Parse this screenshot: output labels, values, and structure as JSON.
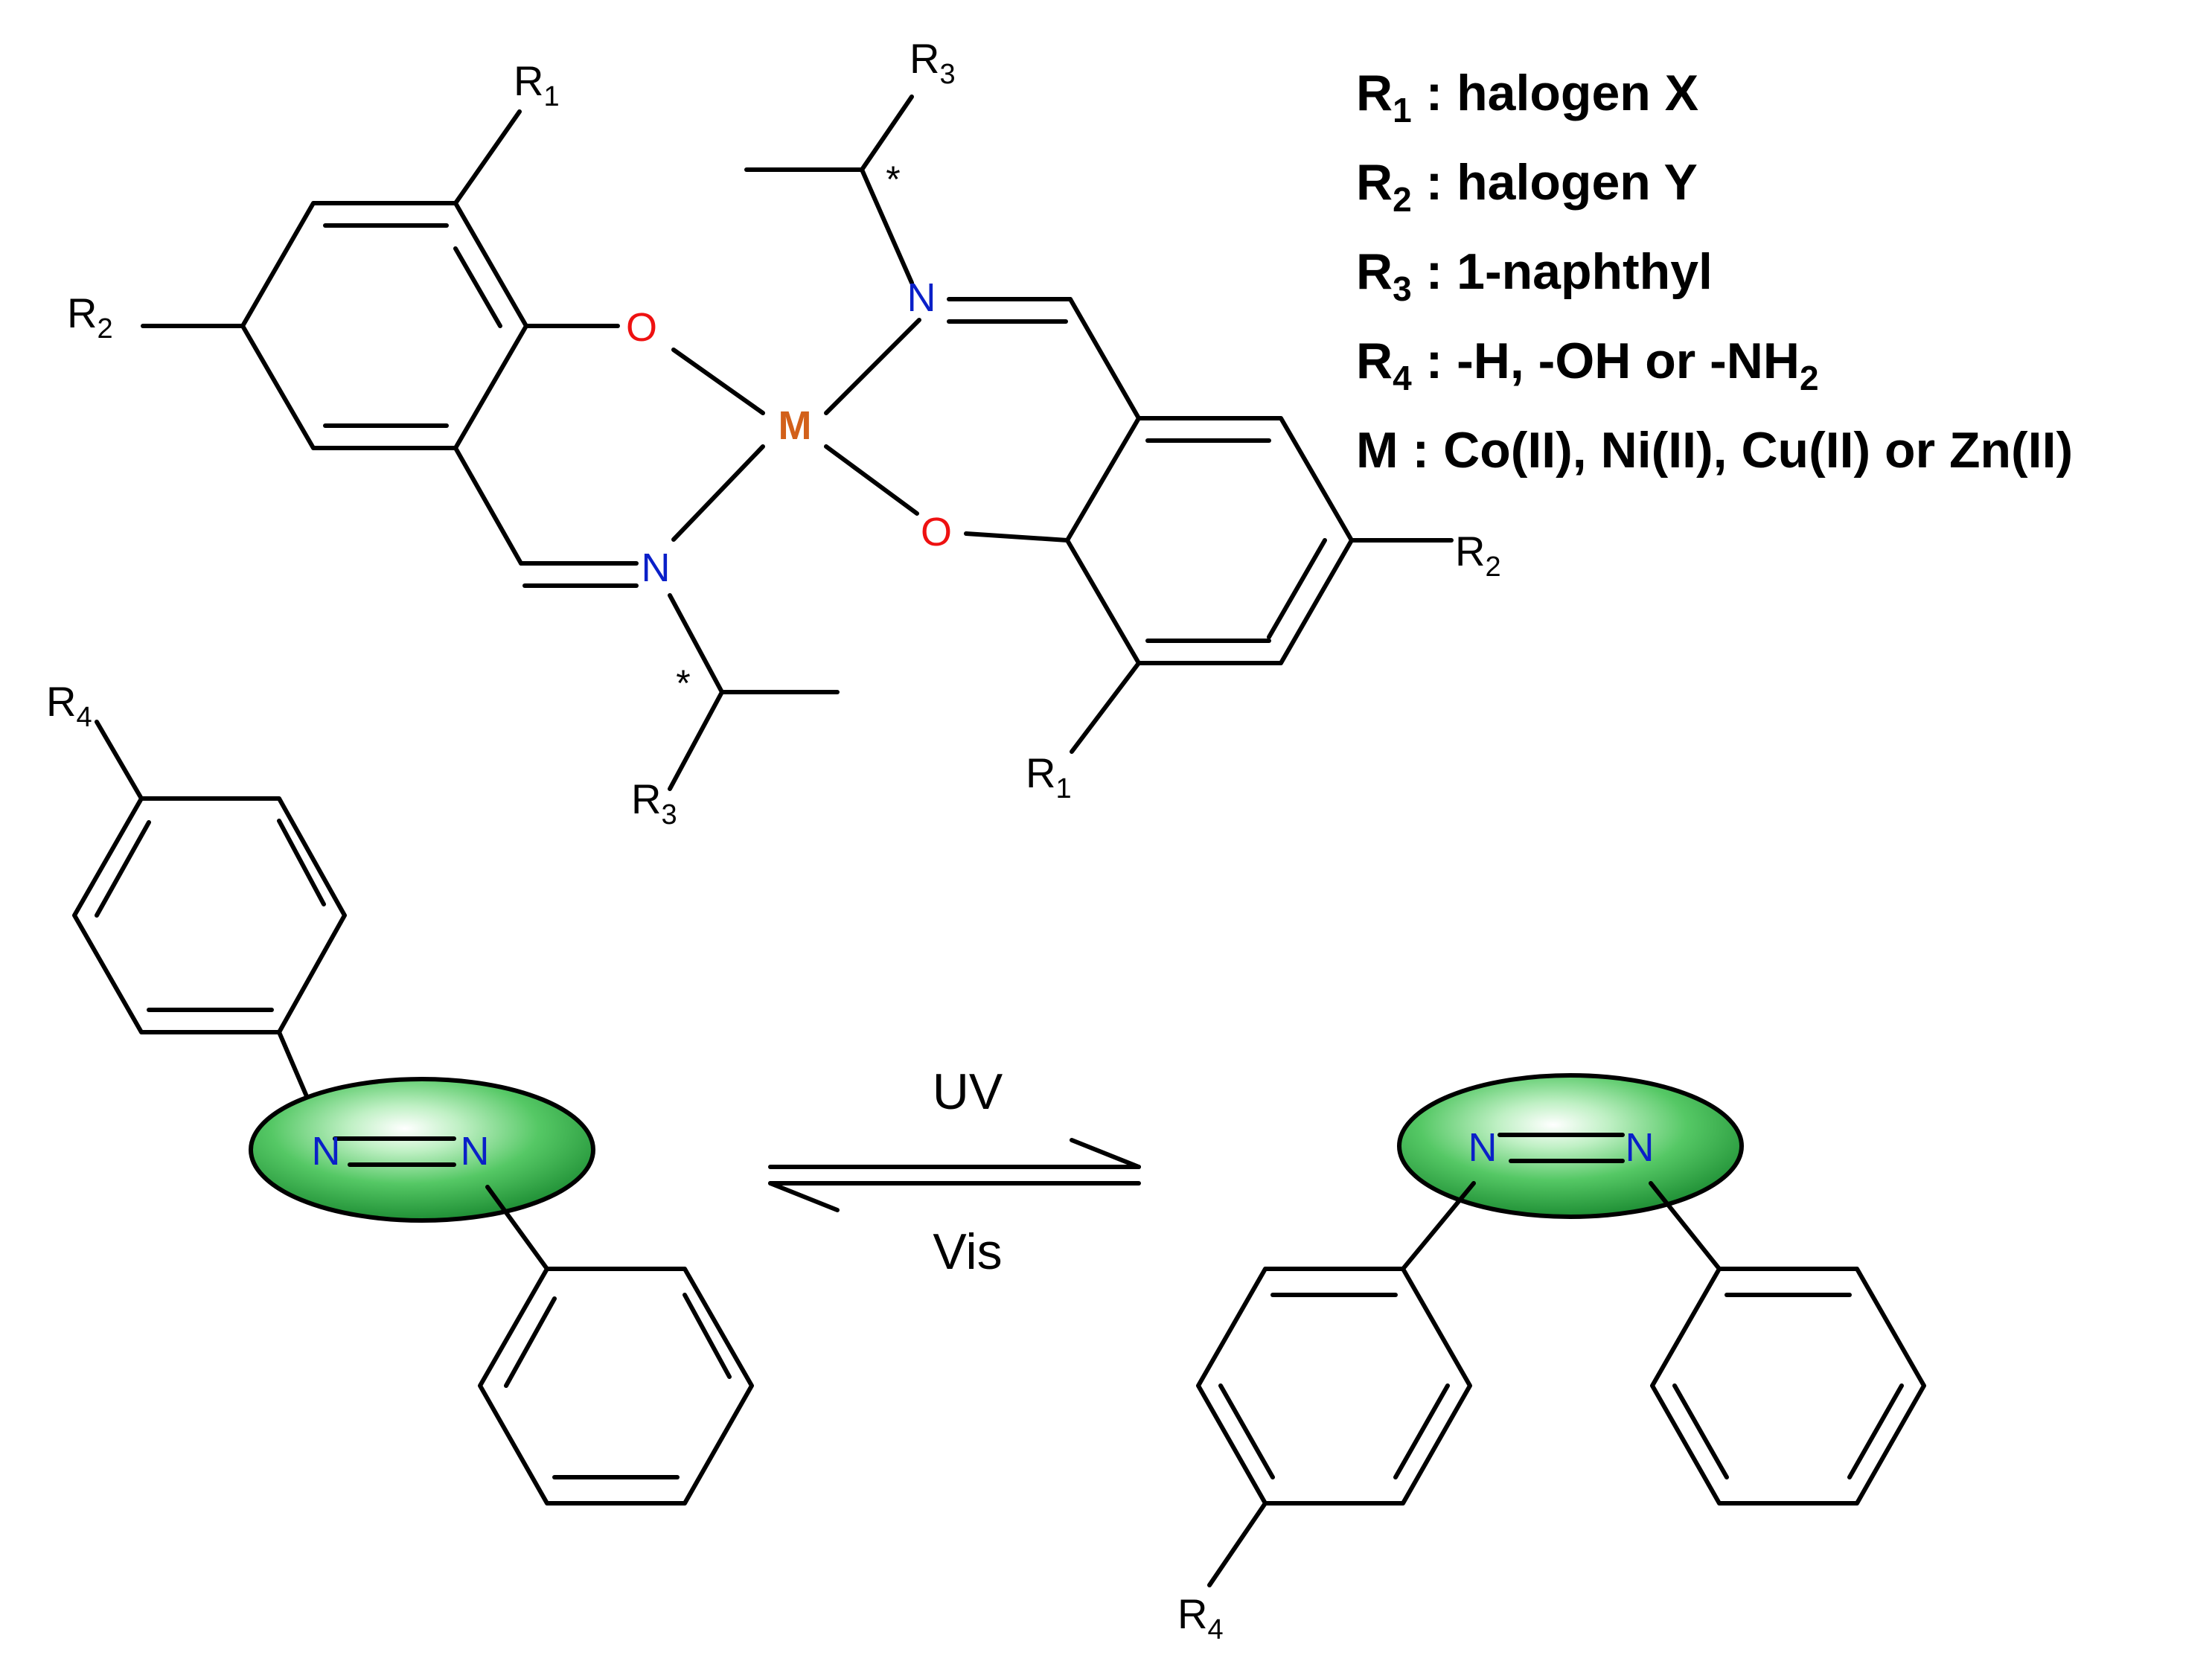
{
  "labels": {
    "r1": "R",
    "r1_sub": "1",
    "r2": "R",
    "r2_sub": "2",
    "r3": "R",
    "r3_sub": "3",
    "r4": "R",
    "r4_sub": "4",
    "oxygen": "O",
    "nitrogen": "N",
    "metal": "M",
    "chiral_mark": "*"
  },
  "legend": [
    {
      "symbol": "R",
      "sub": "1",
      "text": " : halogen X",
      "tail": "",
      "tail_sub": ""
    },
    {
      "symbol": "R",
      "sub": "2",
      "text": " : halogen Y",
      "tail": "",
      "tail_sub": ""
    },
    {
      "symbol": "R",
      "sub": "3",
      "text": " : 1-naphthyl",
      "tail": "",
      "tail_sub": ""
    },
    {
      "symbol": "R",
      "sub": "4",
      "text": " : -H, -OH or -NH",
      "tail": "",
      "tail_sub": "2"
    },
    {
      "symbol": "M",
      "sub": "",
      "text": " : Co(II), Ni(II), Cu(II) or Zn(II)",
      "tail": "",
      "tail_sub": ""
    }
  ],
  "arrows": {
    "forward": "UV",
    "reverse": "Vis"
  },
  "colors": {
    "oxygen": "#ee1111",
    "nitrogen": "#0a20c8",
    "metal": "#d2601a",
    "azo_highlight": "#3fbf4f"
  }
}
